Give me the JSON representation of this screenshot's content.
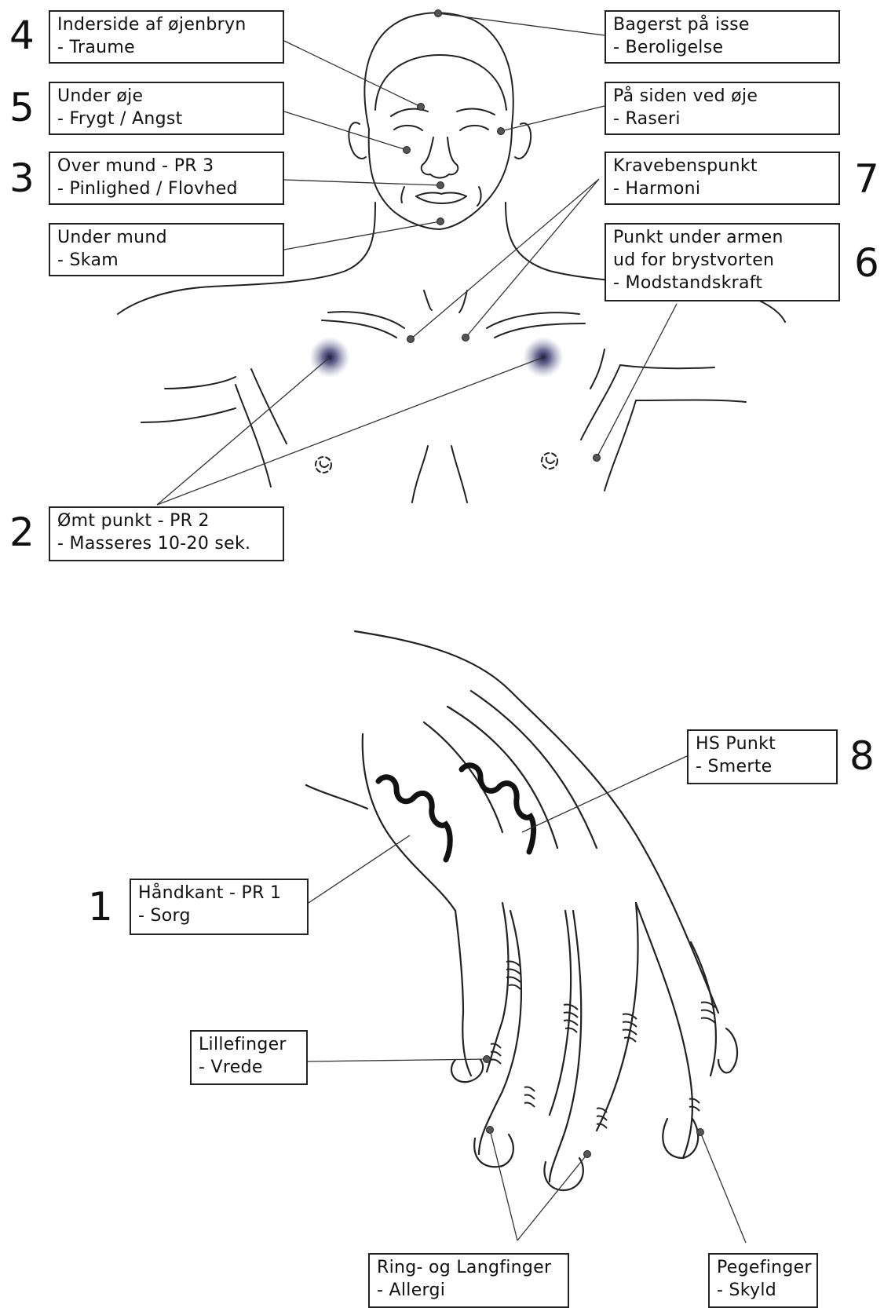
{
  "labels": {
    "inderside_ojenbryn": {
      "line1": "Inderside af øjenbryn",
      "line2": "- Traume"
    },
    "under_oje": {
      "line1": "Under øje",
      "line2": "- Frygt / Angst"
    },
    "over_mund": {
      "line1": "Over mund - PR 3",
      "line2": "- Pinlighed / Flovhed"
    },
    "under_mund": {
      "line1": "Under mund",
      "line2": "- Skam"
    },
    "bagerst_isse": {
      "line1": "Bagerst på isse",
      "line2": "- Beroligelse"
    },
    "siden_oje": {
      "line1": "På siden ved øje",
      "line2": "- Raseri"
    },
    "kraveben": {
      "line1": "Kravebenspunkt",
      "line2": "- Harmoni"
    },
    "under_armen": {
      "line1": "Punkt under armen",
      "line2": "ud for brystvorten",
      "line3": "- Modstandskraft"
    },
    "omt_punkt": {
      "line1": "Ømt punkt - PR 2",
      "line2": "- Masseres 10-20 sek."
    },
    "hs_punkt": {
      "line1": "HS Punkt",
      "line2": "- Smerte"
    },
    "handkant": {
      "line1": "Håndkant - PR 1",
      "line2": "- Sorg"
    },
    "lillefinger": {
      "line1": "Lillefinger",
      "line2": "- Vrede"
    },
    "ringfinger": {
      "line1": "Ring- og Langfinger",
      "line2": "- Allergi"
    },
    "pegefinger": {
      "line1": "Pegefinger",
      "line2": "- Skyld"
    }
  },
  "numbers": {
    "n1": "1",
    "n2": "2",
    "n3": "3",
    "n4": "4",
    "n5": "5",
    "n6": "6",
    "n7": "7",
    "n8": "8"
  },
  "colors": {
    "stroke": "#222222",
    "point": "#555555",
    "sore_spot": "#2a2a55"
  }
}
